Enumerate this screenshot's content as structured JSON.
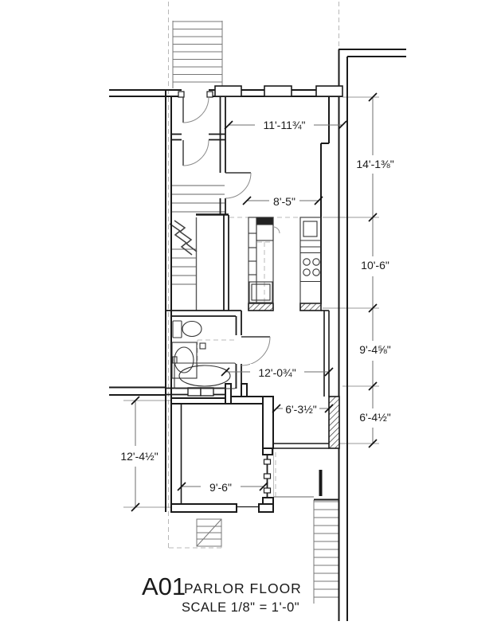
{
  "drawing": {
    "sheet_number": "A01",
    "title": "PARLOR FLOOR",
    "scale_note": "SCALE 1/8\" = 1'-0\""
  },
  "dimensions": {
    "front_width": "11'-11¾\"",
    "front_depth": "14'-1⅜\"",
    "kitchen_width": "8'-5\"",
    "kitchen_depth": "10'-6\"",
    "hall_depth": "9'-4⅝\"",
    "dining_width": "12'-0¾\"",
    "deck_width": "6'-3½\"",
    "deck_depth": "6'-4½\"",
    "rear_room_depth": "12'-4½\"",
    "rear_room_width": "9'-6\""
  },
  "colors": {
    "wall_line": "#1a1a1a",
    "stair_line": "#777777",
    "dashed_reference": "#b8b8b8",
    "dimension_line": "#6e6e6e",
    "background": "#ffffff"
  }
}
